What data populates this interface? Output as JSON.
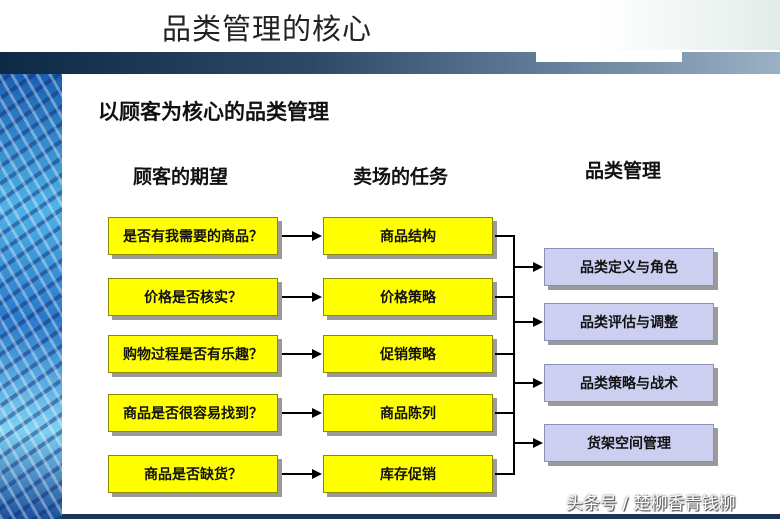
{
  "slide_title": "品类管理的核心",
  "subtitle": "以顾客为核心的品类管理",
  "columns": {
    "customer": "顾客的期望",
    "store": "卖场的任务",
    "category": "品类管理"
  },
  "customer_expectations": [
    "是否有我需要的商品？",
    "价格是否核实？",
    "购物过程是否有乐趣？",
    "商品是否很容易找到？",
    "商品是否缺货？"
  ],
  "store_tasks": [
    "商品结构",
    "价格策略",
    "促销策略",
    "商品陈列",
    "库存促销"
  ],
  "category_management": [
    "品类定义与角色",
    "品类评估与调整",
    "品类策略与战术",
    "货架空间管理"
  ],
  "watermark": "头条号 / 楚柳香青钱柳",
  "colors": {
    "task_fill": "#ffff00",
    "category_fill": "#cccff0",
    "header_band": "#0d2a44"
  }
}
